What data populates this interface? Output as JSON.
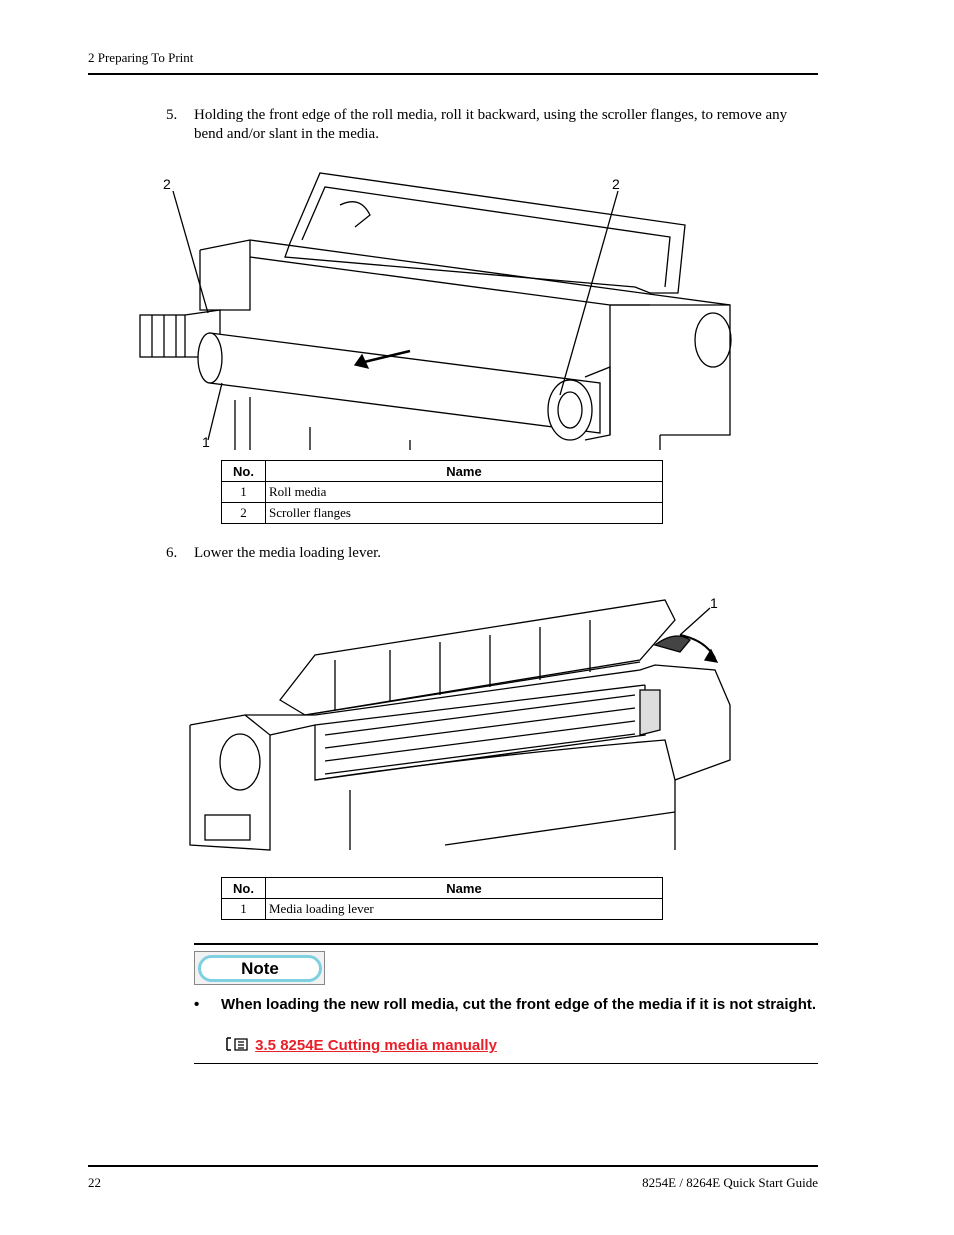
{
  "header": {
    "section": "2 Preparing To Print"
  },
  "steps": [
    {
      "number": "5.",
      "text": "Holding the front edge of the roll media, roll it backward, using the scroller flanges, to remove any bend and/or slant in the media."
    },
    {
      "number": "6.",
      "text": "Lower the media loading lever."
    }
  ],
  "figure1": {
    "callouts": [
      "2",
      "2",
      "1"
    ]
  },
  "table1": {
    "headers": [
      "No.",
      "Name"
    ],
    "rows": [
      {
        "no": "1",
        "name": "Roll media"
      },
      {
        "no": "2",
        "name": "Scroller flanges"
      }
    ]
  },
  "figure2": {
    "callouts": [
      "1"
    ]
  },
  "table2": {
    "headers": [
      "No.",
      "Name"
    ],
    "rows": [
      {
        "no": "1",
        "name": "Media loading lever"
      }
    ]
  },
  "note": {
    "badge": "Note",
    "bullet": "•",
    "text": "When loading the new roll media, cut the front edge of the media if it is not straight.",
    "link_text": "3.5 8254E Cutting media manually",
    "link_color": "#e8202a"
  },
  "footer": {
    "page_number": "22",
    "guide_title": "8254E / 8264E Quick Start Guide"
  }
}
